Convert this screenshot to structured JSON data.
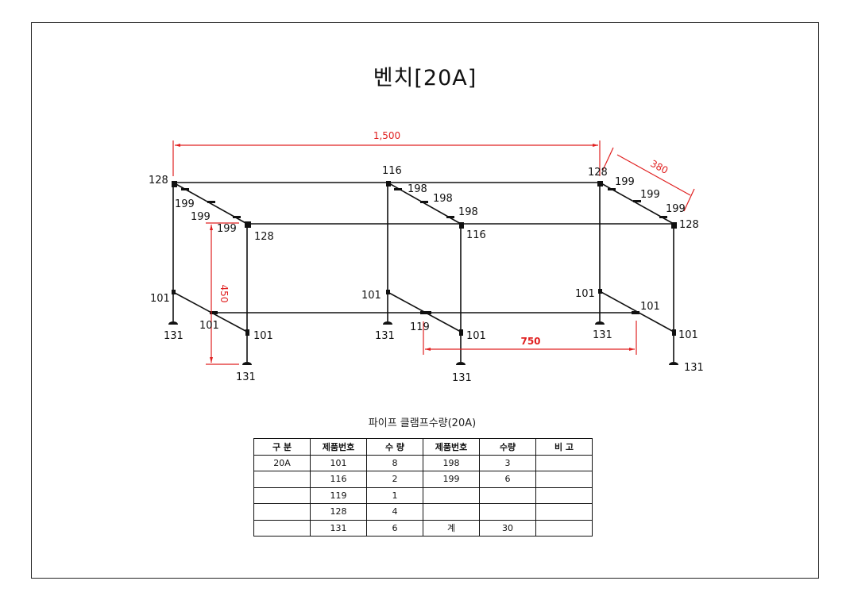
{
  "title": "벤치[20A]",
  "drawing": {
    "dimensions": {
      "width": "1,500",
      "depth": "380",
      "height": "450",
      "spacing": "750"
    },
    "labels": [
      "128",
      "199",
      "199",
      "199",
      "128",
      "116",
      "198",
      "198",
      "198",
      "116",
      "128",
      "199",
      "199",
      "199",
      "128",
      "101",
      "101",
      "101",
      "131",
      "131",
      "101",
      "119",
      "101",
      "131",
      "131",
      "101",
      "101",
      "101",
      "131",
      "131"
    ]
  },
  "table": {
    "caption": "파이프 클램프수량(20A)",
    "headers": [
      "구 분",
      "제품번호",
      "수 량",
      "제품번호",
      "수량",
      "비 고"
    ],
    "rows": [
      [
        "20A",
        "101",
        "8",
        "198",
        "3",
        ""
      ],
      [
        "",
        "116",
        "2",
        "199",
        "6",
        ""
      ],
      [
        "",
        "119",
        "1",
        "",
        "",
        ""
      ],
      [
        "",
        "128",
        "4",
        "",
        "",
        ""
      ],
      [
        "",
        "131",
        "6",
        "계",
        "30",
        ""
      ]
    ]
  },
  "colors": {
    "dimension": "#e02020",
    "line": "#111111"
  }
}
